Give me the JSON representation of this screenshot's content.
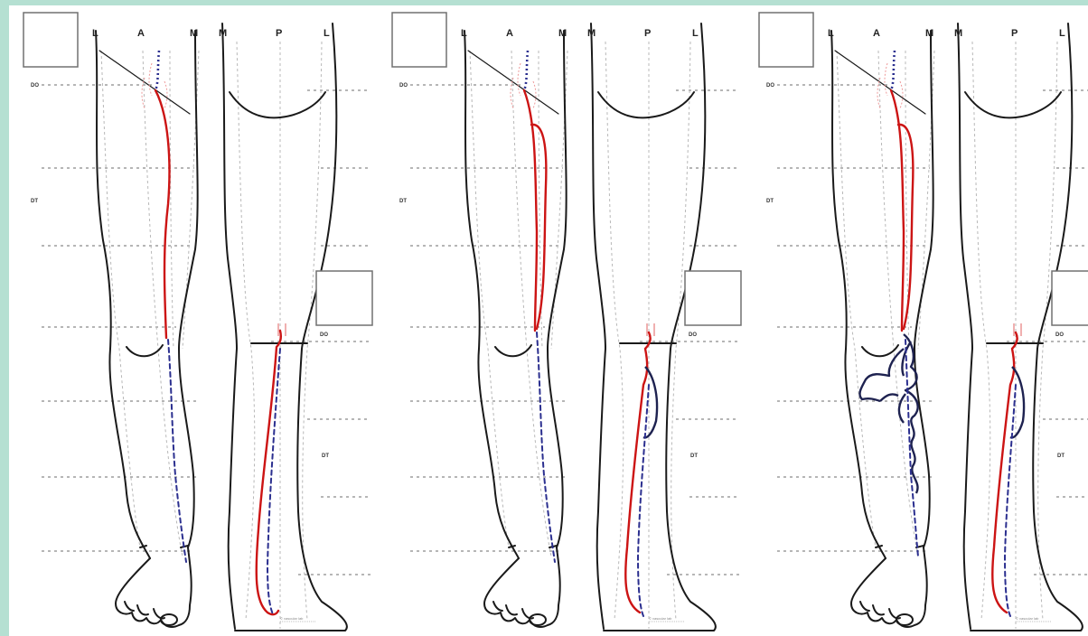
{
  "figure": {
    "panels": [
      {
        "front_labels": {
          "lateral": "L",
          "anterior": "A",
          "medial": "M"
        },
        "back_labels": {
          "medial": "M",
          "posterior": "P",
          "lateral": "L"
        },
        "front_levels": {
          "upper": "DO",
          "lower": "DT"
        },
        "back_levels": {
          "upper": "DO",
          "lower": "DT"
        },
        "caption": "© vascular lab"
      },
      {
        "front_labels": {
          "lateral": "L",
          "anterior": "A",
          "medial": "M"
        },
        "back_labels": {
          "medial": "M",
          "posterior": "P",
          "lateral": "L"
        },
        "front_levels": {
          "upper": "DO",
          "lower": "DT"
        },
        "back_levels": {
          "upper": "DO",
          "lower": "DT"
        },
        "caption": "© vascular lab"
      },
      {
        "front_labels": {
          "lateral": "L",
          "anterior": "A",
          "medial": "M"
        },
        "back_labels": {
          "medial": "M",
          "posterior": "P",
          "lateral": "L"
        },
        "front_levels": {
          "upper": "DO",
          "lower": "DT"
        },
        "back_levels": {
          "upper": "DO",
          "lower": "DT"
        },
        "caption": "© vascular lab"
      }
    ]
  },
  "colors": {
    "background": "#b5e0d2",
    "vein_red": "#cc1414",
    "vein_blue_dashed": "#2b2f8f",
    "varicose_navy": "#1e2250"
  }
}
